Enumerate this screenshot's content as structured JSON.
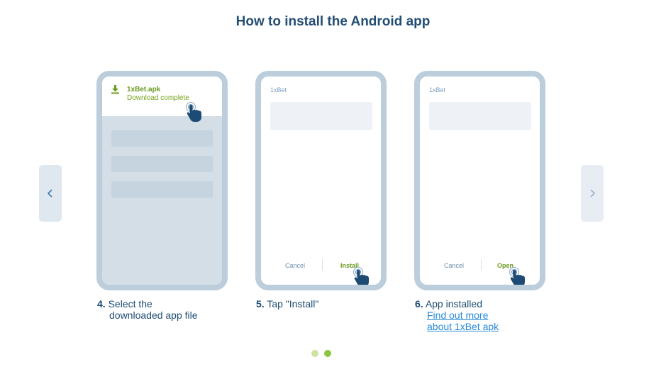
{
  "title": "How to install the Android app",
  "nav": {
    "prev_icon": "chevron-left-icon",
    "next_icon": "chevron-right-icon"
  },
  "steps": [
    {
      "number": "4.",
      "line1": "Select the",
      "line2": "downloaded app file",
      "phone": {
        "file_name": "1xBet.apk",
        "status": "Download complete",
        "icon": "download-icon"
      }
    },
    {
      "number": "5.",
      "line1": "Tap \"Install\"",
      "phone": {
        "app_name": "1xBet",
        "cancel_label": "Cancel",
        "action_label": "Install"
      }
    },
    {
      "number": "6.",
      "line1": "App installed",
      "link_line1": "Find out more",
      "link_line2": "about 1xBet apk",
      "phone": {
        "app_name": "1xBet",
        "cancel_label": "Cancel",
        "action_label": "Open"
      }
    }
  ],
  "pagination": {
    "count": 2,
    "active_index": 1
  },
  "colors": {
    "title": "#234e74",
    "accent_green": "#6a9b20",
    "link": "#2a8ad4",
    "phone_frame": "#bccddb"
  }
}
